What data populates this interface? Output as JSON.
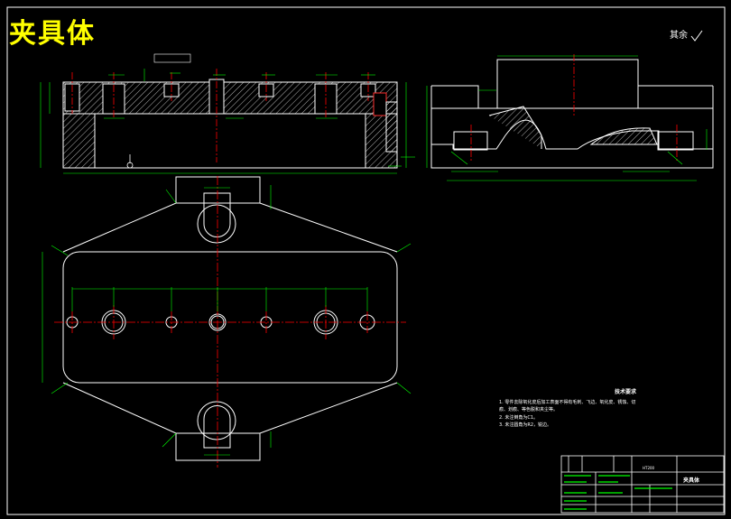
{
  "drawing": {
    "title": "夹具体",
    "roughness_note": "其余",
    "tech_requirements": {
      "heading": "技术要求",
      "lines": [
        "1. 零件去除氧化皮后加工表面不得有毛刺、飞边、氧化皮、锈蚀、切",
        "   痕、划痕、等色脱和夹尘等。",
        "2. 未注倒角为C1。",
        "3. 未注圆角为R2，锐边。"
      ]
    },
    "title_block": {
      "part_name": "夹具体",
      "scale_label": "HT200"
    }
  },
  "colors": {
    "background": "#000000",
    "outline": "#ffffff",
    "centerline": "#ff0000",
    "dimension": "#00ff00",
    "title": "#ffff00"
  }
}
